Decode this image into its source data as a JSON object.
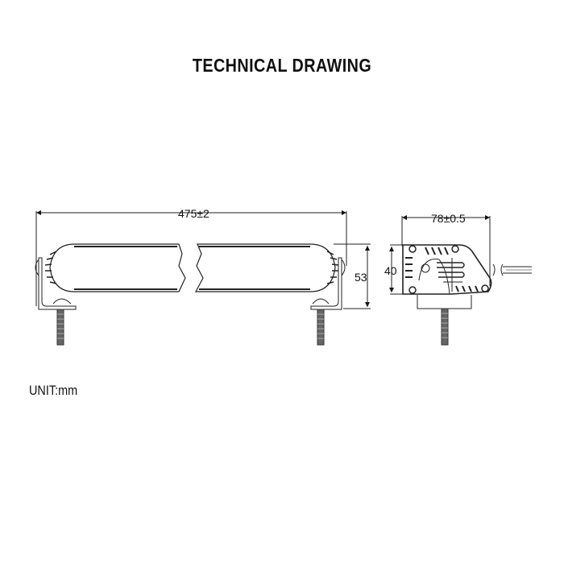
{
  "title": "TECHNICAL DRAWING",
  "unit_label": "UNIT:mm",
  "dimensions": {
    "length": "475±2",
    "height_front": "53",
    "width_side": "78±0.5",
    "height_side": "40"
  },
  "views": [
    {
      "name": "front-view",
      "description": "LED light bar, broken length view with end mounting brackets and bolts"
    },
    {
      "name": "side-view",
      "description": "End profile with heat-sink fins, mounting pivot, bolt and power cable"
    }
  ],
  "colors": {
    "line": "#222222",
    "text": "#111111",
    "background": "#ffffff"
  }
}
